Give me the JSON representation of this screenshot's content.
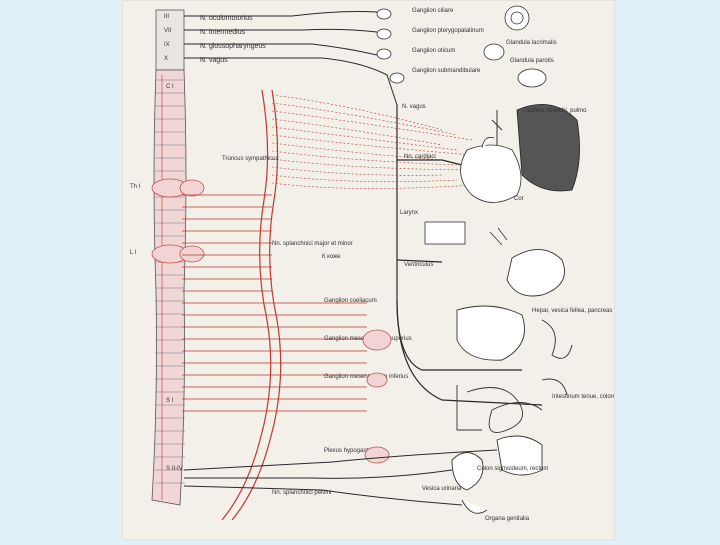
{
  "labels": {
    "cranial": [
      "N. oculomotorius",
      "N. intermedius",
      "N. glossopharyngeus",
      "N. vagus"
    ],
    "cranial_roman": [
      "III",
      "VII",
      "IX",
      "X"
    ],
    "segments": {
      "c1": "C I",
      "th1": "Th I",
      "l1": "L I",
      "s1": "S I",
      "sii_iv": "S II-IV"
    },
    "ganglia_right": [
      "Ganglion ciliare",
      "Ganglion pterygopalatinum",
      "Ganglion oticum",
      "Ganglion submandibulare"
    ],
    "glands": [
      "Glandula lacrimalis",
      "Glandula parotis"
    ],
    "organs": {
      "lungs": "Trachea, bronchi, pulmo",
      "heart": "Cor",
      "cardiac_plexus": "Nn. cardiaci",
      "larynx": "Larynx",
      "bladder": "Vesica urinaria",
      "stomach": "Ventriculus",
      "liver": "Hepar, vesica fellea, pancreas",
      "intestine": "Intestinum tenue, colon",
      "rectum": "Colon sigmoideum, rectum",
      "genitals": "Organa genitalia"
    },
    "center": {
      "ganglion_coeliacum": "Ganglion coeliacum",
      "nn_splanchnici_major": "Nn. splanchnici major et minor",
      "ganglion_mesentericum_sup": "Ganglion mesentericum superius",
      "ganglion_mesentericum_inf": "Ganglion mesentericum inferius",
      "plexus_hypogastricus": "Plexus hypogastricus",
      "nn_splanchnici_pelvini": "Nn. splanchnici pelvini",
      "truncus": "Truncus sympathicus",
      "k_kozhe": "К коже",
      "n_vagus_branch": "N. vagus"
    }
  },
  "colors": {
    "sympathetic": "#c0392b",
    "parasympathetic": "#2a2a2a",
    "chain_fill": "#f2d4d4",
    "ink": "#444444"
  }
}
